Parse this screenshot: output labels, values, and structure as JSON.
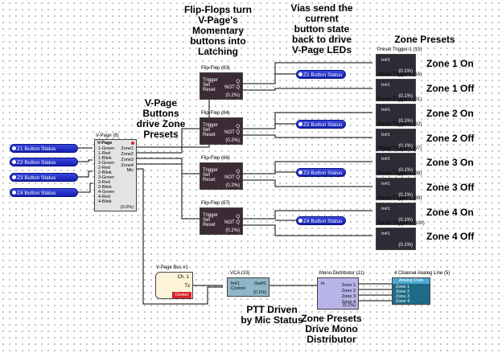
{
  "annotations": {
    "flipflops": [
      "Flip-Flops turn",
      "V-Page's",
      "Momentary",
      "buttons into",
      "Latching"
    ],
    "vias": [
      "Vias send the",
      "current",
      "button state",
      "back to drive",
      "V-Page LEDs"
    ],
    "zone_presets_title": "Zone Presets",
    "vpage_buttons": [
      "V-Page",
      "Buttons",
      "drive Zone",
      "Presets"
    ],
    "zone_labels": [
      "Zone 1 On",
      "Zone 1 Off",
      "Zone 2 On",
      "Zone 2 Off",
      "Zone 3 On",
      "Zone 3 Off",
      "Zone 4 On",
      "Zone 4 Off"
    ],
    "ptt": [
      "PTT Driven",
      "by Mic Status"
    ],
    "mono": [
      "Zone Presets",
      "Drive Mono",
      "Distributor"
    ]
  },
  "input_vias": [
    "Z1 Button Status",
    "Z2 Button Status",
    "Z3 Button Status",
    "Z4 Button Status"
  ],
  "output_vias": [
    "Z1 Button Status",
    "Z2 Button Status",
    "Z3 Button Status",
    "Z4 Button Status"
  ],
  "vpage": {
    "title": "V-Page (8)",
    "header": "V-Page",
    "inputs": [
      "1-Green",
      "1-Red",
      "1-Blink",
      "2-Green",
      "2-Red",
      "2-Blink",
      "3-Green",
      "3-Red",
      "3-Blink",
      "4-Green",
      "4-Red",
      "4-Blink"
    ],
    "outputs": [
      "Zone1",
      "Zone2",
      "Zone3",
      "Zone4",
      "Mic"
    ],
    "percent": "(0.0%)"
  },
  "flipflops": [
    {
      "title": "Flip-Flop (83)",
      "inputs": [
        "Trigger",
        "Set",
        "Reset"
      ],
      "outputs": [
        "Q",
        "NOT Q"
      ],
      "percent": "(0.2%)"
    },
    {
      "title": "Flip-Flop (84)",
      "inputs": [
        "Trigger",
        "Set",
        "Reset"
      ],
      "outputs": [
        "Q",
        "NOT Q"
      ],
      "percent": "(0.2%)"
    },
    {
      "title": "Flip-Flop (86)",
      "inputs": [
        "Trigger",
        "Set",
        "Reset"
      ],
      "outputs": [
        "Q",
        "NOT Q"
      ],
      "percent": "(0.2%)"
    },
    {
      "title": "Flip-Flop (87)",
      "inputs": [
        "Trigger",
        "Set",
        "Reset"
      ],
      "outputs": [
        "Q",
        "NOT Q"
      ],
      "percent": "(0.2%)"
    }
  ],
  "presets": [
    {
      "title": "Preset Trigger-1 (15)",
      "input": "In#1",
      "percent": "(0.1%)"
    },
    {
      "title": "Preset Trigger-2 (16)",
      "input": "In#1",
      "percent": "(0.1%)"
    },
    {
      "title": "Preset Trigger-1 (91)",
      "input": "In#1",
      "percent": "(0.1%)"
    },
    {
      "title": "Preset Trigger-2 (92)",
      "input": "In#1",
      "percent": "(0.1%)"
    },
    {
      "title": "Preset Trigger-1 (97)",
      "input": "In#1",
      "percent": "(0.1%)"
    },
    {
      "title": "Preset Trigger-2 (98)",
      "input": "In#1",
      "percent": "(0.1%)"
    },
    {
      "title": "Preset Trigger-1 (99)",
      "input": "In#1",
      "percent": "(0.1%)"
    },
    {
      "title": "Preset Trigger-2 (100)",
      "input": "In#1",
      "percent": "(0.1%)"
    }
  ],
  "vpage_bus": {
    "title": "V-Page Bus #1",
    "channel": "Ch. 1",
    "tx": "Tx",
    "button": "Dontel"
  },
  "vca": {
    "title": "VCA (10)",
    "inputs": [
      "In#1",
      "Control"
    ],
    "output": "Out#1",
    "percent": "(0.1%)"
  },
  "mono": {
    "title": "Mono Distributor (11)",
    "input": "In",
    "outputs": [
      "Zone 1",
      "Zone 2",
      "Zone 3",
      "Zone 4"
    ],
    "percent": "(0.1%)"
  },
  "analog": {
    "title": "4 Channel Analog Line (5)",
    "header": "Analog Outs",
    "outputs": [
      "Zone 1",
      "Zone 2",
      "Zone 3",
      "Zone 4"
    ]
  }
}
